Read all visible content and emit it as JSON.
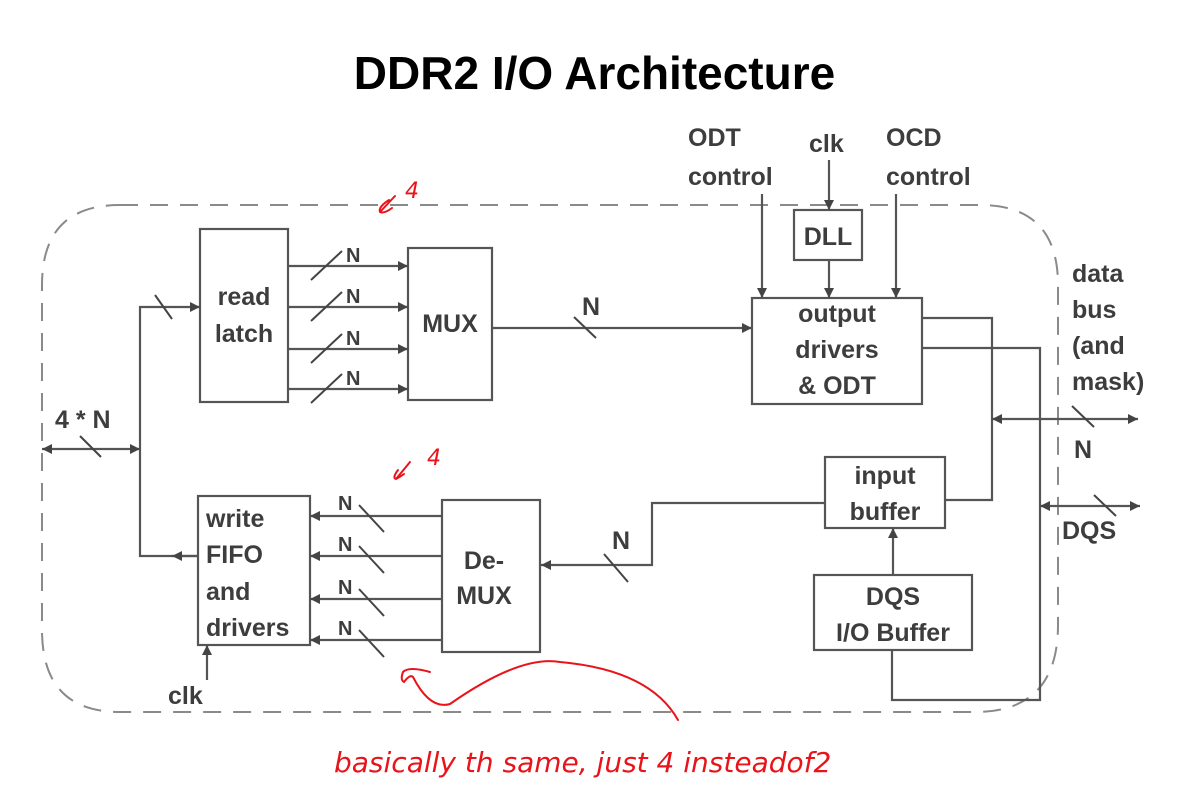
{
  "title": "DDR2 I/O Architecture",
  "blocks": {
    "read_latch": [
      "read",
      "latch"
    ],
    "mux": "MUX",
    "output_drivers": [
      "output",
      "drivers",
      "& ODT"
    ],
    "dll": "DLL",
    "write_fifo": [
      "write",
      "FIFO",
      "and",
      "drivers"
    ],
    "demux": [
      "De-",
      "MUX"
    ],
    "input_buffer": [
      "input",
      "buffer"
    ],
    "dqs_io_buffer": [
      "DQS",
      "I/O Buffer"
    ]
  },
  "signals": {
    "odt_control": [
      "ODT",
      "control"
    ],
    "clk_top": "clk",
    "ocd_control": [
      "OCD",
      "control"
    ],
    "data_bus": [
      "data",
      "bus",
      "(and",
      "mask)"
    ],
    "bus_width_n": "N",
    "dqs": "DQS",
    "four_n": "4 * N",
    "clk_bottom": "clk",
    "n": "N"
  },
  "annotations": {
    "read_side_count": "4",
    "write_side_count": "4",
    "note": "basically the same, just 4 instead of 2",
    "note_display": "basically th same, just 4 insteadof2",
    "ink_color": "#e8141a"
  }
}
